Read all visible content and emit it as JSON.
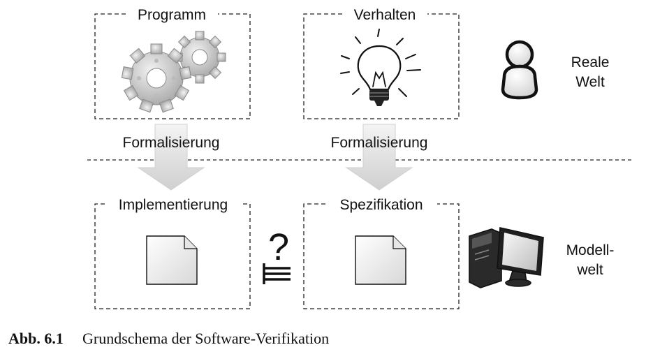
{
  "boxes": {
    "programm": "Programm",
    "verhalten": "Verhalten",
    "implementierung": "Implementierung",
    "spezifikation": "Spezifikation"
  },
  "arrows": {
    "left_label": "Formalisierung",
    "right_label": "Formalisierung"
  },
  "relation": {
    "symbol": "?"
  },
  "side_labels": {
    "real_line1": "Reale",
    "real_line2": "Welt",
    "model_line1": "Modell-",
    "model_line2": "welt"
  },
  "caption": {
    "number": "Abb. 6.1",
    "text": "Grundschema der Software-Verifikation"
  },
  "icons": [
    "gears-icon",
    "lightbulb-icon",
    "person-icon",
    "document-icon",
    "document-icon",
    "computer-icon",
    "models-turnstile-icon"
  ]
}
